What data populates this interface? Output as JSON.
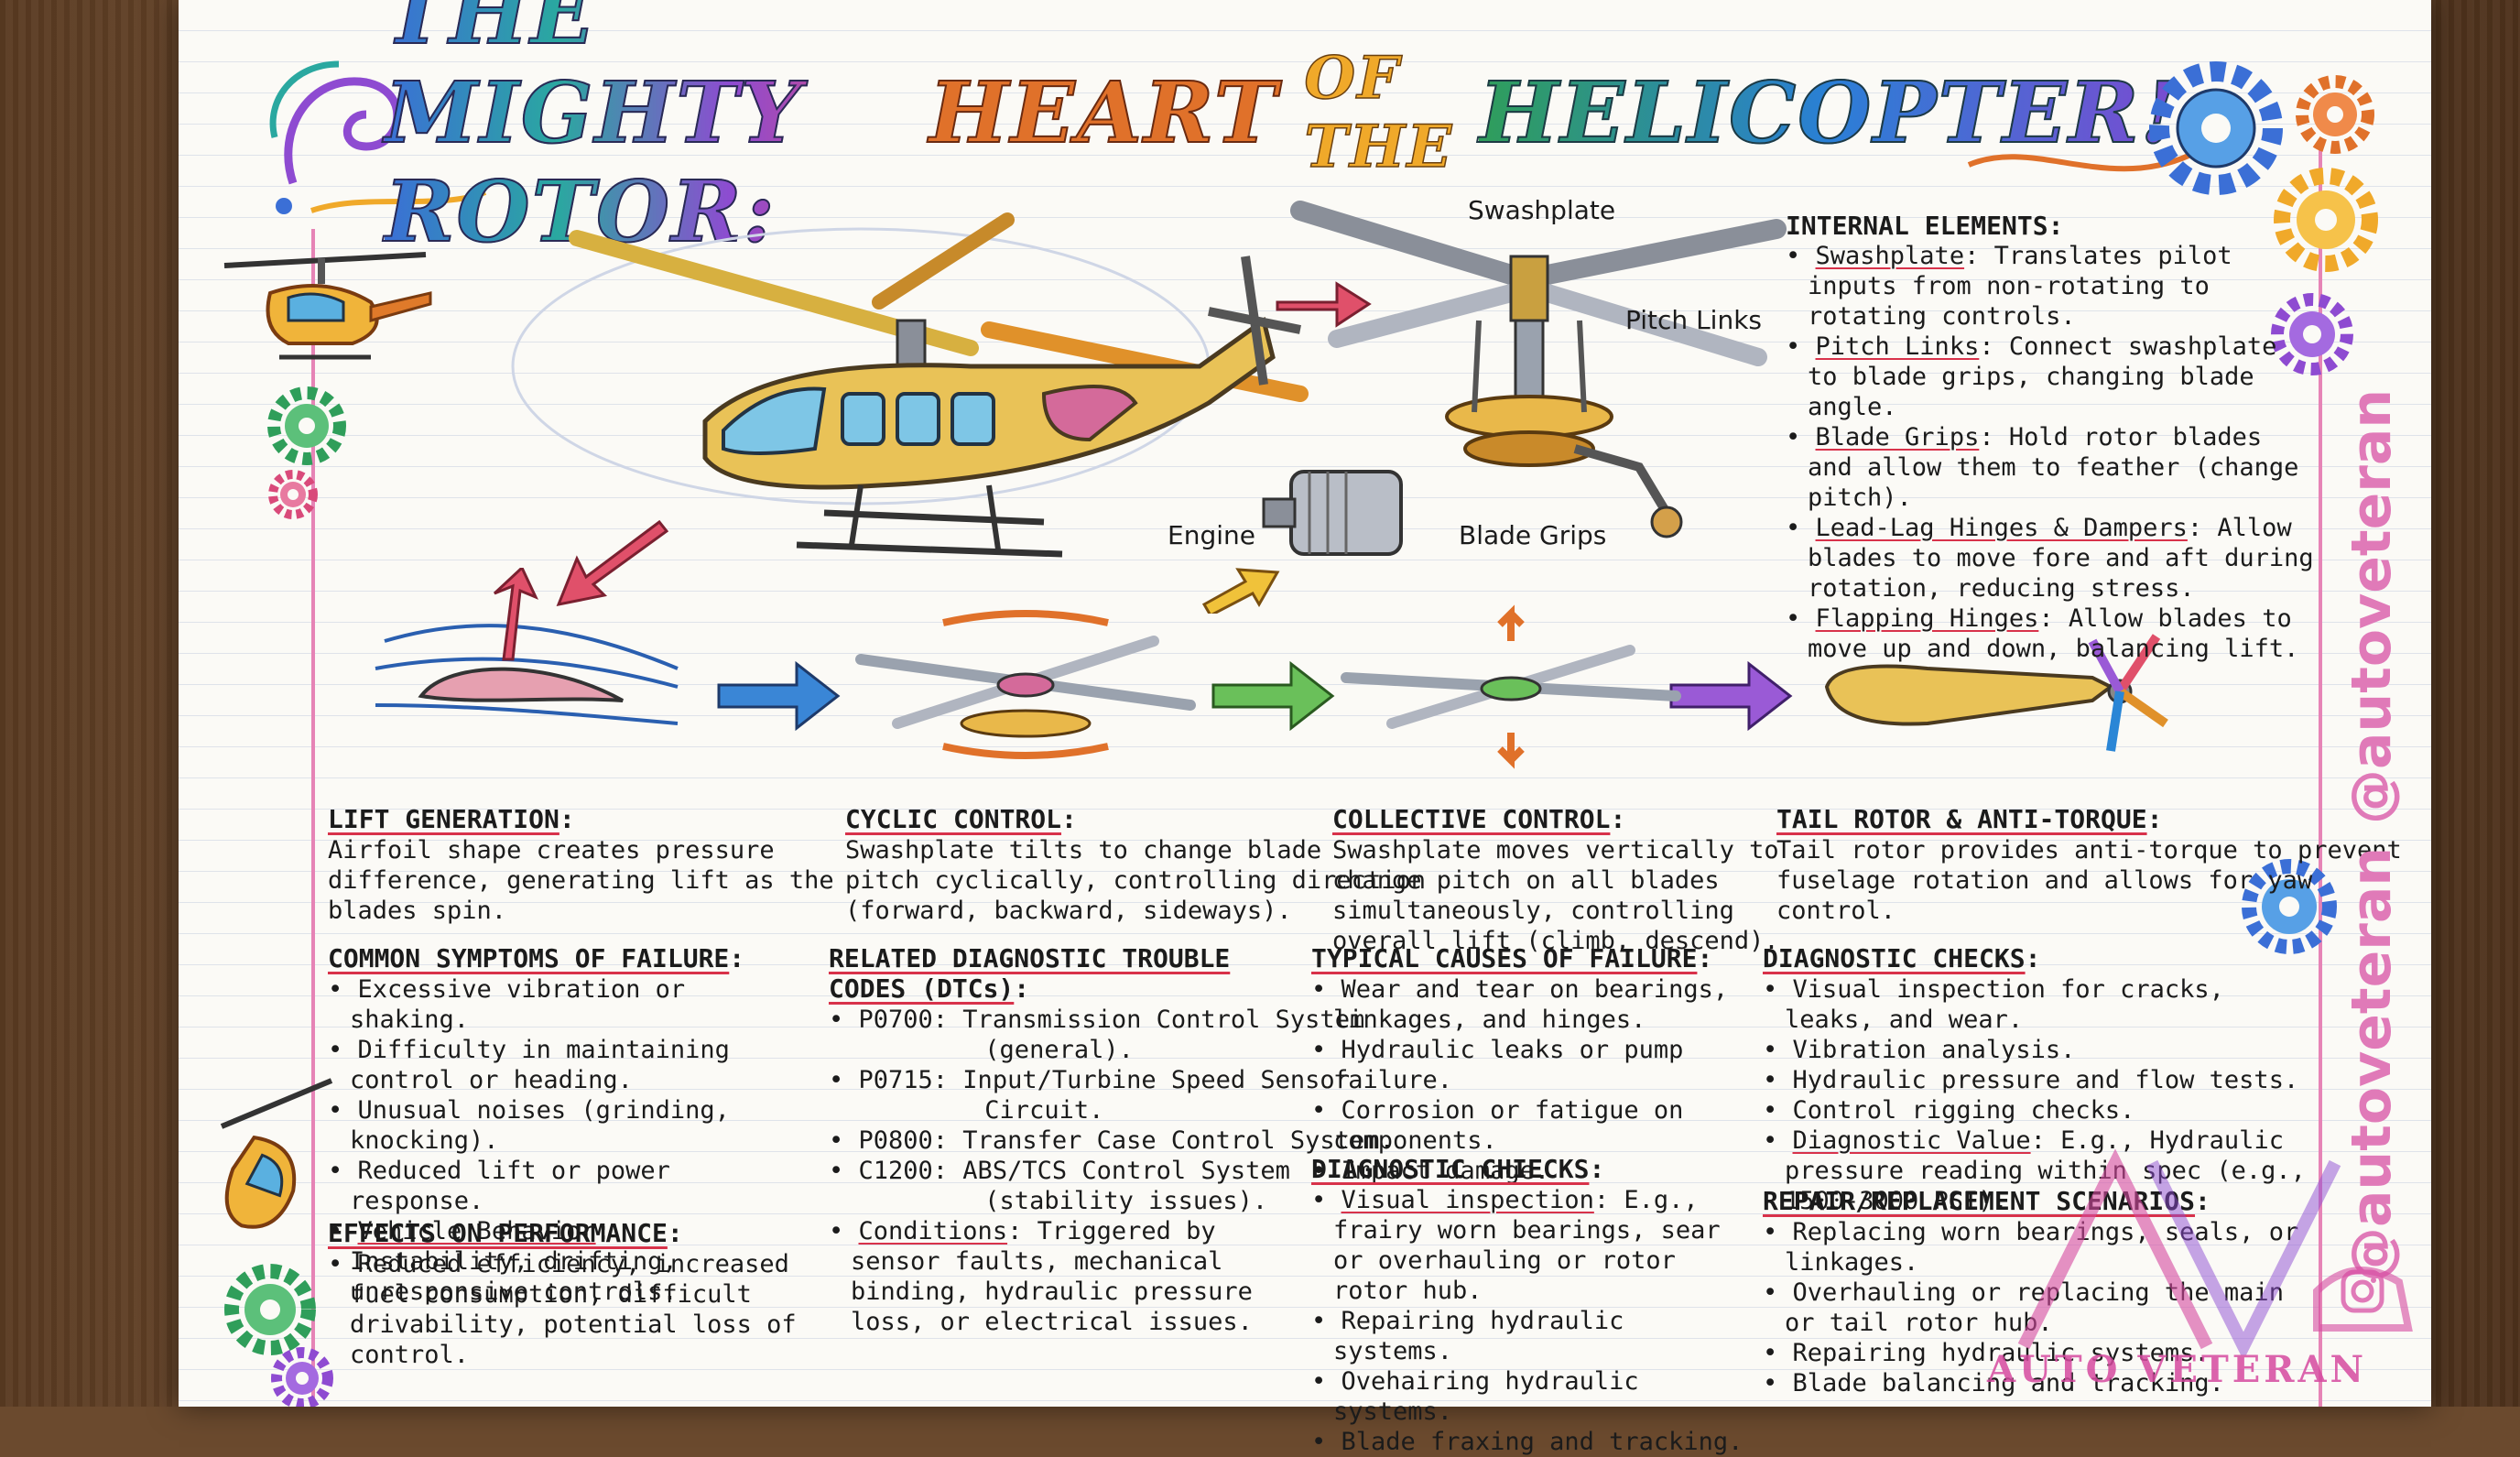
{
  "title": {
    "part1": "THE MIGHTY ROTOR:",
    "part2": "HEART",
    "part3": "OF THE",
    "part4": "HELICOPTER!"
  },
  "diagram_labels": {
    "swashplate": "Swashplate",
    "pitch_links": "Pitch Links",
    "engine": "Engine",
    "blade_grips": "Blade Grips"
  },
  "internal": {
    "heading": "INTERNAL ELEMENTS:",
    "items": [
      {
        "term": "Swashplate",
        "text": ": Translates pilot inputs from non-rotating to rotating controls."
      },
      {
        "term": "Pitch Links",
        "text": ": Connect swashplate to blade grips, changing blade angle."
      },
      {
        "term": "Blade Grips",
        "text": ": Hold rotor blades and allow them to feather (change pitch)."
      },
      {
        "term": "Lead-Lag Hinges & Dampers",
        "text": ": Allow blades to move fore and aft during rotation, reducing stress."
      },
      {
        "term": "Flapping Hinges",
        "text": ": Allow blades to move up and down, balancing lift."
      }
    ]
  },
  "lift": {
    "heading": "LIFT GENERATION",
    "text": "Airfoil shape creates pressure\ndifference, generating lift as the\nblades spin."
  },
  "cyclic": {
    "heading": "CYCLIC CONTROL",
    "text": "Swashplate tilts to change blade\npitch cyclically, controlling direction\n(forward, backward, sideways)."
  },
  "collective": {
    "heading": "COLLECTIVE CONTROL",
    "text": "Swashplate moves vertically to\nchange pitch on all blades\nsimultaneously, controlling\noverall lift (climb, descend)."
  },
  "tail": {
    "heading": "TAIL ROTOR & ANTI-TORQUE",
    "text": "Tail rotor provides anti-torque to prevent\nfuselage rotation and allows for yaw\ncontrol."
  },
  "symptoms": {
    "heading": "COMMON SYMPTOMS OF FAILURE",
    "items": [
      "Excessive vibration or shaking.",
      "Difficulty in maintaining control or heading.",
      "Unusual noises (grinding, knocking).",
      "Reduced lift or power response."
    ],
    "term_item": {
      "term": "Vehicle Behavior",
      "text": ": Instability, drifting, unresponsive controls."
    }
  },
  "effects": {
    "heading": "EFFECTS ON PERFORMANCE",
    "items": [
      "Reduced efficiency, increased fuel consumption, difficult drivability, potential loss of control."
    ]
  },
  "dtc": {
    "heading_line1": "RELATED DIAGNOSTIC TROUBLE",
    "heading_line2": "CODES (DTCs)",
    "items": [
      "P0700: Transmission Control System\n         (general).",
      "P0715: Input/Turbine Speed Sensor\n         Circuit.",
      "P0800: Transfer Case Control System.",
      "C1200: ABS/TCS Control System\n         (stability issues)."
    ],
    "term_item": {
      "term": "Conditions",
      "text": ": Triggered by sensor faults, mechanical binding, hydraulic pressure loss, or electrical issues."
    }
  },
  "causes": {
    "heading": "TYPICAL CAUSES OF FAILURE",
    "items": [
      "Wear and tear on bearings, linkages, and hinges.",
      "Hydraulic leaks or pump failure.",
      "Corrosion or fatigue on components.",
      "Impact damage."
    ]
  },
  "chiecks": {
    "heading": "DIAGNOSTIC CHIECKS",
    "term_item": {
      "term": "Visual inspection",
      "text": ": E.g., frairy worn bearings, sear or overhauling or rotor rotor hub."
    },
    "items": [
      "Repairing hydraulic systems.",
      "Ovehairing hydraulic systems.",
      "Blade fraxing and tracking."
    ]
  },
  "checks": {
    "heading": "DIAGNOSTIC CHECKS",
    "items": [
      "Visual inspection for cracks, leaks, and wear.",
      "Vibration analysis.",
      "Hydraulic pressure and flow tests.",
      "Control rigging checks."
    ],
    "term_item": {
      "term": "Diagnostic Value",
      "text": ": E.g., Hydraulic pressure reading within spec (e.g., 1500-3000 PSI)."
    }
  },
  "repair": {
    "heading": "REPAIR/REPLACEMENT SCENARIOS",
    "items": [
      "Replacing worn bearings, seals, or linkages.",
      "Overhauling or replacing the main or tail rotor hub.",
      "Repairing hydraulic systems.",
      "Blade balancing and tracking."
    ]
  },
  "watermark": {
    "handle": "@autoveteran",
    "handle2": "@autoveteran",
    "brand": "AUTO VETERAN"
  }
}
